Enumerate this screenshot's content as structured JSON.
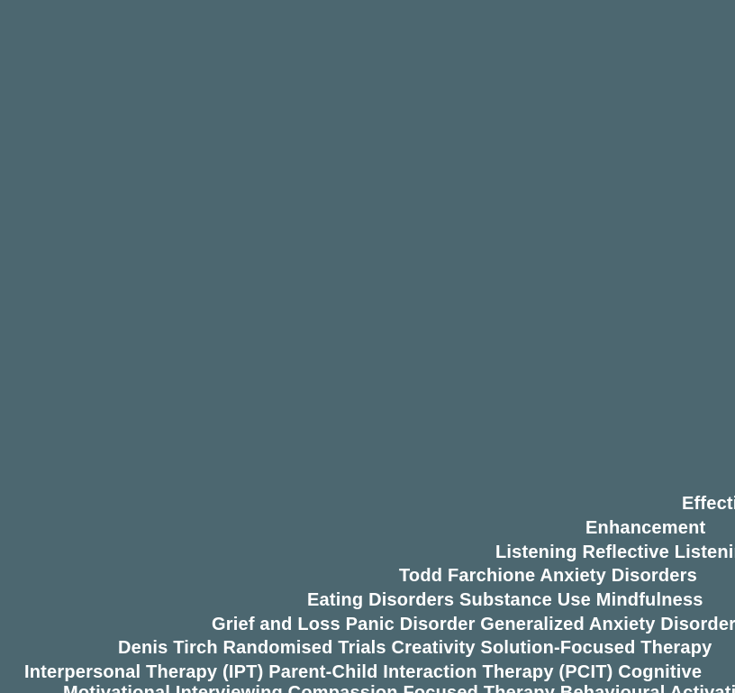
{
  "page": {
    "background_color": "#4C6770",
    "text_color": "#FFFFFF"
  },
  "word_cloud": {
    "lines": [
      {
        "text": "Effectiveness"
      },
      {
        "text": "Enhancement"
      },
      {
        "text": "Listening Reflective Listening"
      },
      {
        "text": "Todd Farchione Anxiety Disorders"
      },
      {
        "text": "Eating Disorders Substance Use Mindfulness"
      },
      {
        "text": "Grief and Loss Panic Disorder Generalized Anxiety Disorder"
      },
      {
        "text": "Denis Tirch Randomised Trials Creativity Solution-Focused Therapy"
      },
      {
        "text": "Interpersonal Therapy (IPT) Parent-Child Interaction Therapy (PCIT) Cognitive"
      },
      {
        "text": "Motivational Interviewing Compassion Focused Therapy Behavioural Activation"
      }
    ]
  }
}
